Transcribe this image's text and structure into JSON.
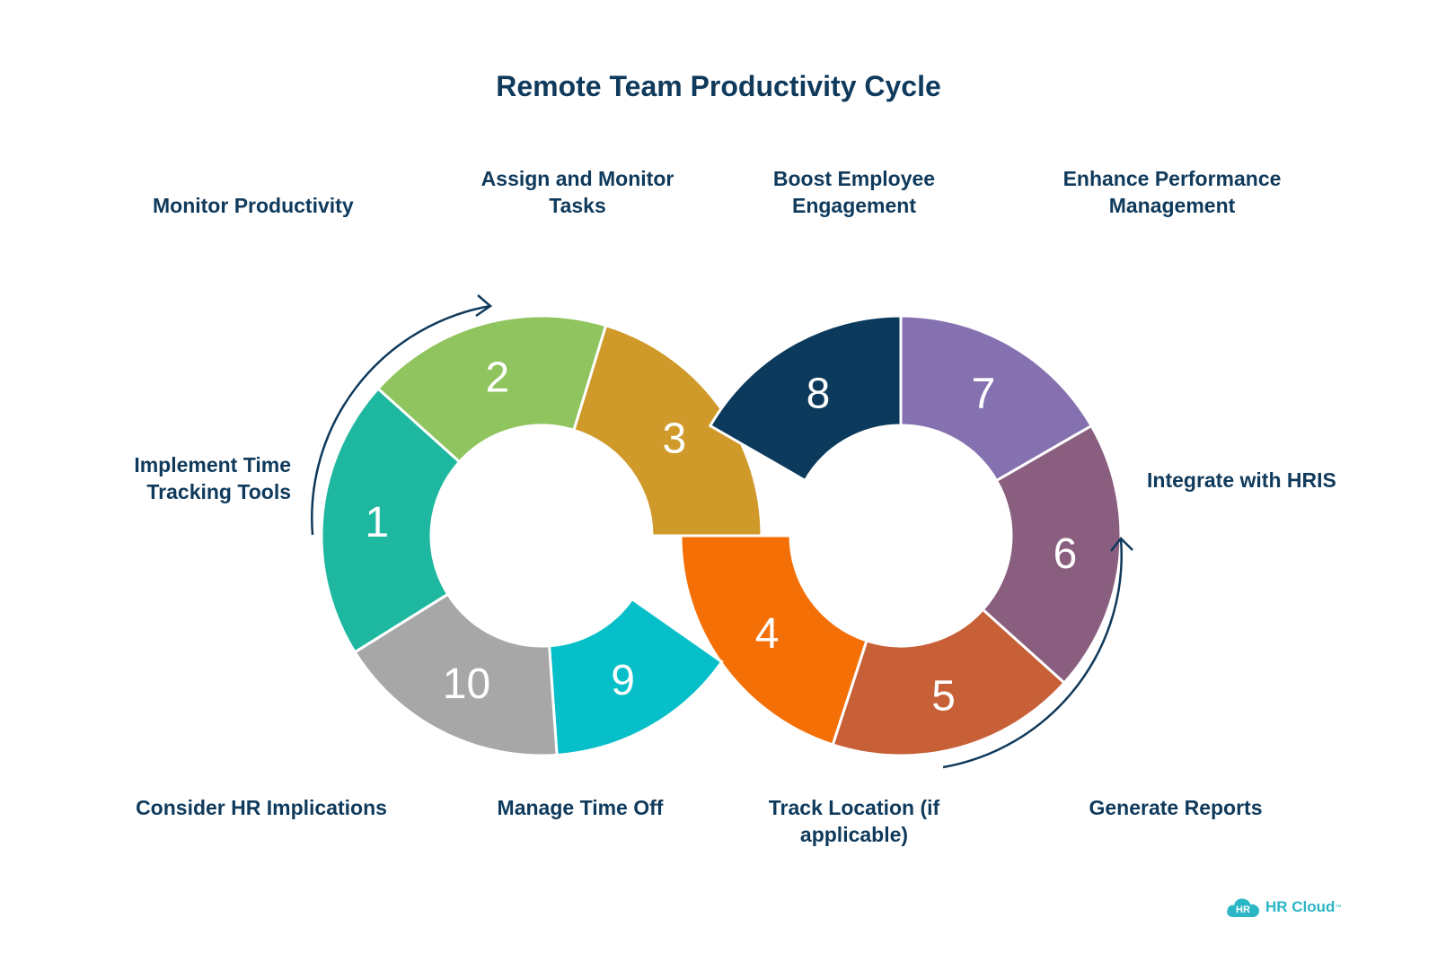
{
  "title": "Remote Team Productivity Cycle",
  "steps": [
    {
      "number": "1",
      "label": "Implement Time Tracking Tools",
      "color": "#1db89f"
    },
    {
      "number": "2",
      "label": "Monitor Productivity",
      "color": "#8fc45e"
    },
    {
      "number": "3",
      "label": "Assign and Monitor Tasks",
      "color": "#cf9a2a"
    },
    {
      "number": "4",
      "label": "Track Location (if applicable)",
      "color": "#f46f06"
    },
    {
      "number": "5",
      "label": "Generate Reports",
      "color": "#c75f37"
    },
    {
      "number": "6",
      "label": "Integrate with HRIS",
      "color": "#8a5e7e"
    },
    {
      "number": "7",
      "label": "Enhance Performance Management",
      "color": "#8671b0"
    },
    {
      "number": "8",
      "label": "Boost Employee Engagement",
      "color": "#0c3a5c"
    },
    {
      "number": "9",
      "label": "Manage Time Off",
      "color": "#06bfc8"
    },
    {
      "number": "10",
      "label": "Consider HR Implications",
      "color": "#a7a7a7"
    }
  ],
  "labels": {
    "monitor_productivity": "Monitor Productivity",
    "assign_tasks_line1": "Assign and Monitor",
    "assign_tasks_line2": "Tasks",
    "boost_line1": "Boost Employee",
    "boost_line2": "Engagement",
    "enhance_line1": "Enhance Performance",
    "enhance_line2": "Management",
    "implement_line1": "Implement Time",
    "implement_line2": "Tracking Tools",
    "integrate": "Integrate with HRIS",
    "consider": "Consider HR Implications",
    "manage": "Manage Time Off",
    "track_line1": "Track Location (if",
    "track_line2": "applicable)",
    "generate": "Generate Reports"
  },
  "logo": {
    "badge": "HR",
    "text": "HR Cloud",
    "tm": "™",
    "color": "#2bb6c6"
  },
  "arrow_color": "#0f3a5c"
}
